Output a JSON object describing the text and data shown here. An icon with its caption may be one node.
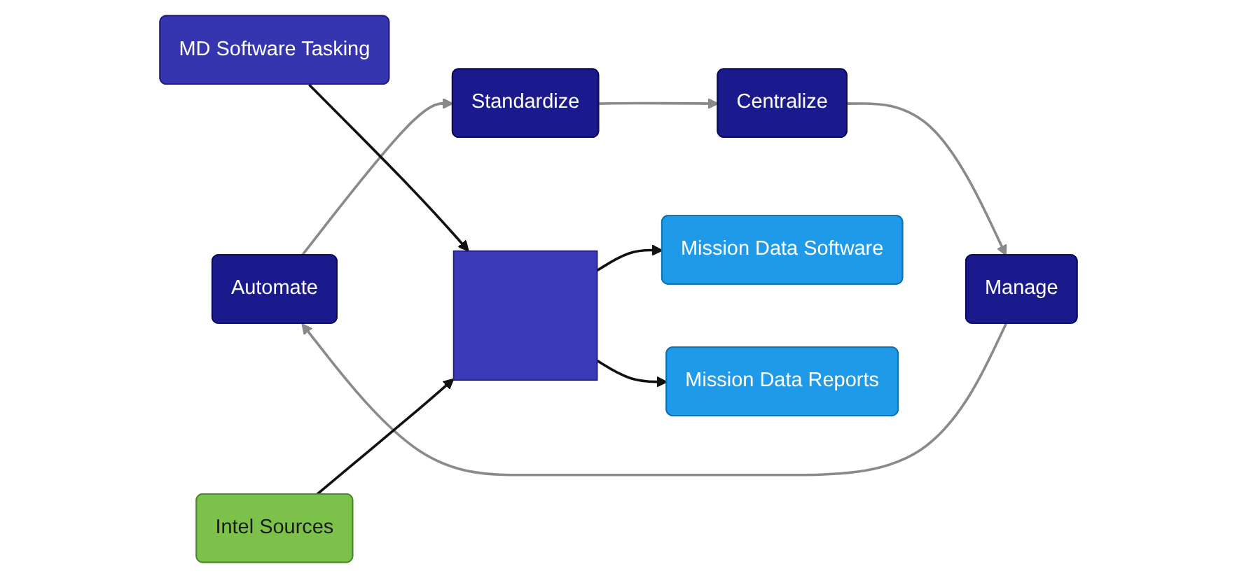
{
  "diagram": {
    "nodes": [
      {
        "text": [
          "Automate"
        ]
      },
      {
        "text": [
          "Standardize"
        ]
      },
      {
        "text": [
          "Centralize"
        ]
      },
      {
        "text": [
          "Manage"
        ]
      },
      {
        "text": [
          "MD Software Tasking"
        ]
      },
      {
        "text": [],
        "shape": "box"
      },
      {
        "text": [
          "Mission Data Software"
        ]
      },
      {
        "text": [
          "Mission Data Reports"
        ]
      },
      {
        "text": [
          "Intel Sources"
        ]
      }
    ],
    "edges": [
      {
        "from": 0,
        "to": 1,
        "arrow": "to",
        "color": "#8a8a8a"
      },
      {
        "from": 1,
        "to": 2,
        "arrow": "to",
        "color": "#8a8a8a"
      },
      {
        "from": 2,
        "to": 3,
        "arrow": "to",
        "color": "#8a8a8a"
      },
      {
        "from": 3,
        "to": 0,
        "arrow": "to",
        "color": "#8a8a8a"
      },
      {
        "from": 4,
        "to": 5,
        "arrow": "to",
        "color": "#111111"
      },
      {
        "from": 5,
        "to": 6,
        "arrow": "to",
        "color": "#111111"
      },
      {
        "from": 5,
        "to": 7,
        "arrow": "to",
        "color": "#111111"
      },
      {
        "from": 8,
        "to": 5,
        "arrow": "to",
        "color": "#111111"
      }
    ]
  }
}
